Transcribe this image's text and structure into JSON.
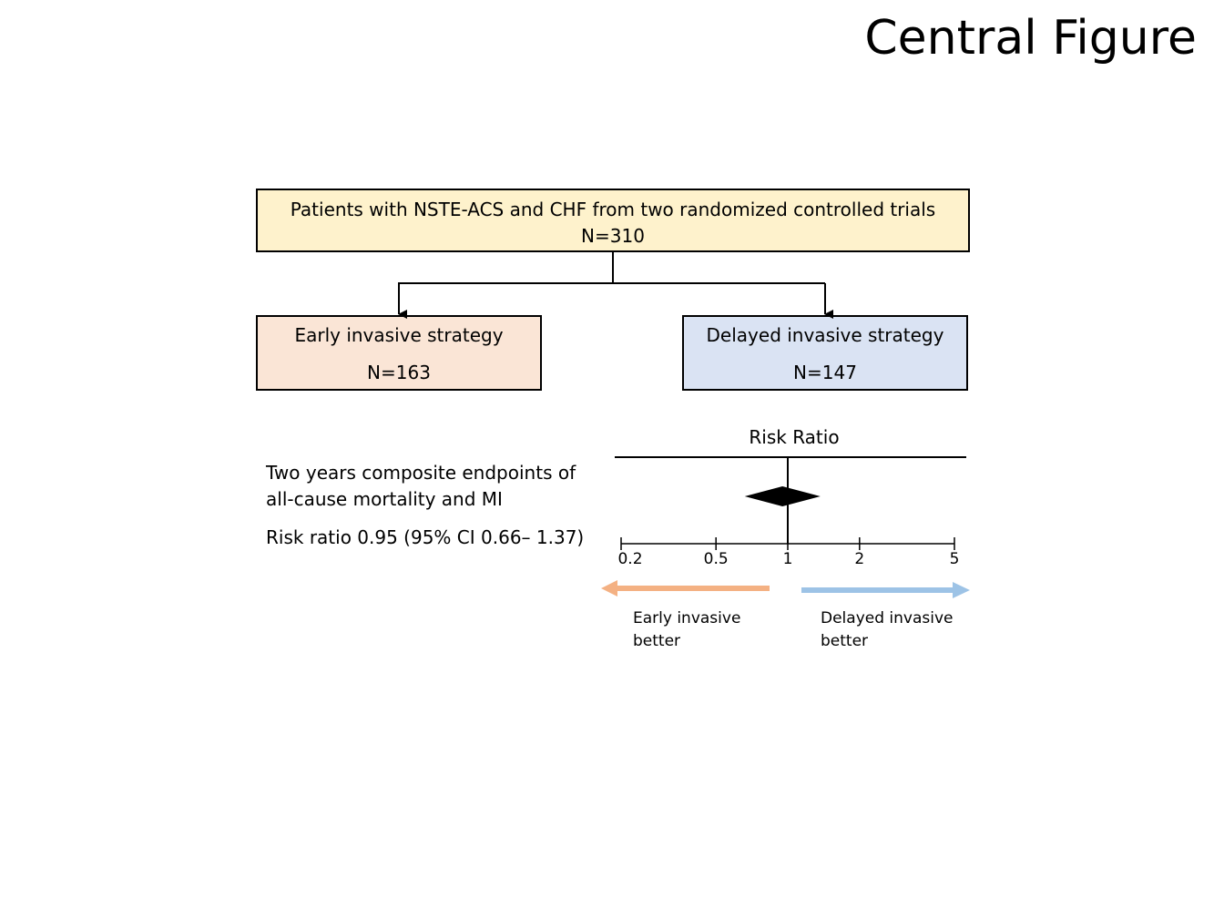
{
  "title": "Central Figure",
  "flowchart": {
    "population": {
      "line1": "Patients with NSTE-ACS and CHF from two randomized controlled trials",
      "line2": "N=310",
      "fill": "#fef2cc"
    },
    "early": {
      "label": "Early invasive strategy",
      "n": "N=163",
      "fill": "#fae5d6"
    },
    "delayed": {
      "label": "Delayed invasive strategy",
      "n": "N=147",
      "fill": "#dae3f3"
    }
  },
  "outcome": {
    "description": "Two years composite endpoints of all-cause mortality and MI",
    "risk_ratio_text": "Risk ratio 0.95 (95% CI 0.66– 1.37)"
  },
  "forest_plot": {
    "axis_title": "Risk Ratio",
    "scale": "log",
    "ticks": [
      0.2,
      0.5,
      1,
      2,
      5
    ],
    "tick_labels": [
      "0.2",
      "0.5",
      "1",
      "2",
      "5"
    ],
    "estimate": 0.95,
    "ci_lower": 0.66,
    "ci_upper": 1.37,
    "left_arrow": {
      "label": "Early invasive better",
      "color": "#f4b183"
    },
    "right_arrow": {
      "label": "Delayed invasive better",
      "color": "#9dc3e6"
    }
  }
}
